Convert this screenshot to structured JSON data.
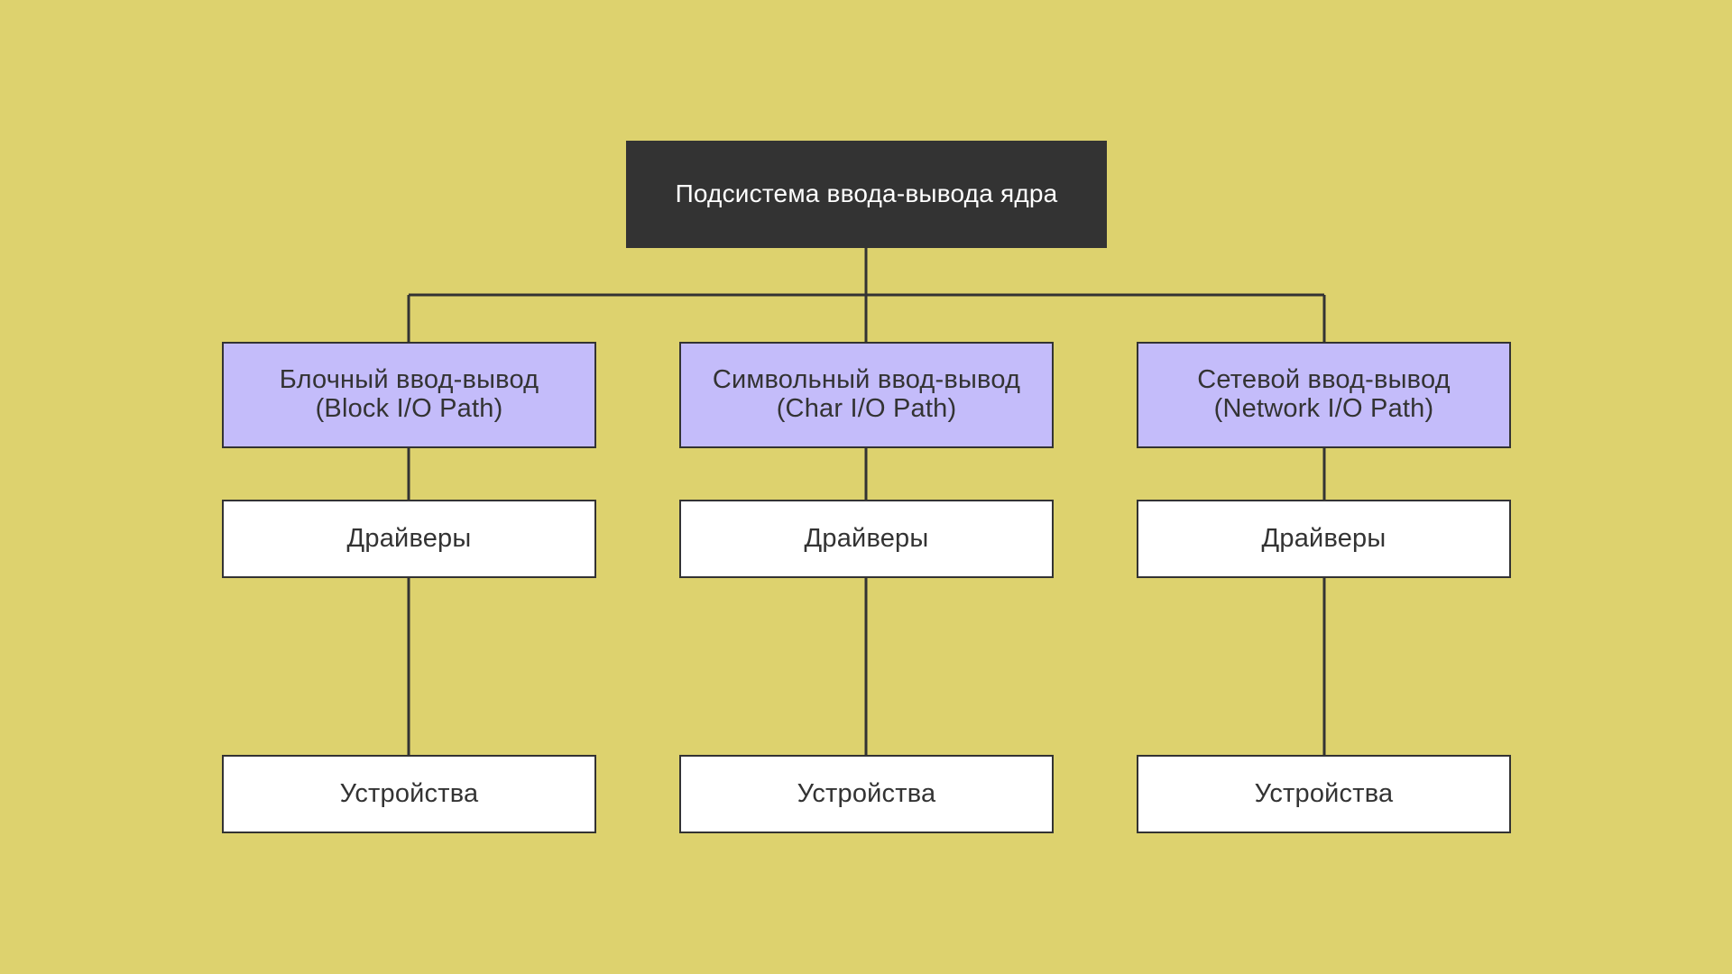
{
  "colors": {
    "background": "#DDD26E",
    "root_fill": "#333333",
    "root_text": "#FFFFFF",
    "path_fill": "#C4BCFA",
    "box_fill": "#FFFFFF",
    "line": "#333333",
    "text": "#333333"
  },
  "root": {
    "label": "Подсистема ввода-вывода ядра"
  },
  "branches": [
    {
      "path_line1": "Блочный ввод-вывод",
      "path_line2": "(Block I/O Path)",
      "driver": "Драйверы",
      "device": "Устройства"
    },
    {
      "path_line1": "Символьный ввод-вывод",
      "path_line2": "(Char I/O Path)",
      "driver": "Драйверы",
      "device": "Устройства"
    },
    {
      "path_line1": "Сетевой ввод-вывод",
      "path_line2": "(Network I/O Path)",
      "driver": "Драйверы",
      "device": "Устройства"
    }
  ]
}
